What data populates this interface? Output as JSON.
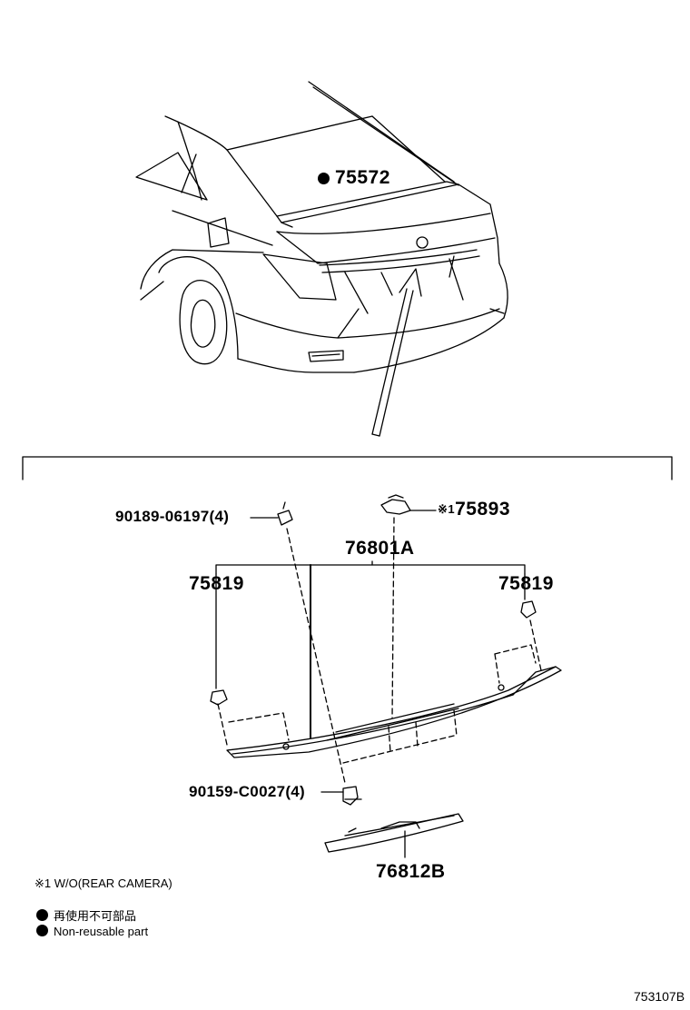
{
  "labels": {
    "spoiler_part": "75572",
    "mount_bolt": "90189-06197(4)",
    "camera_part": "75893",
    "camera_note_mark": "※1",
    "garnish_assy": "76801A",
    "emblem_left": "75819",
    "emblem_right": "75819",
    "nut": "90159-C0027(4)",
    "lamp_part": "76812B"
  },
  "notes": {
    "note1": "※1 W/O(REAR CAMERA)",
    "legend_jp": "再使用不可部品",
    "legend_en": "Non-reusable part"
  },
  "figure_id": "753107B",
  "colors": {
    "line": "#000000",
    "background": "#ffffff"
  }
}
